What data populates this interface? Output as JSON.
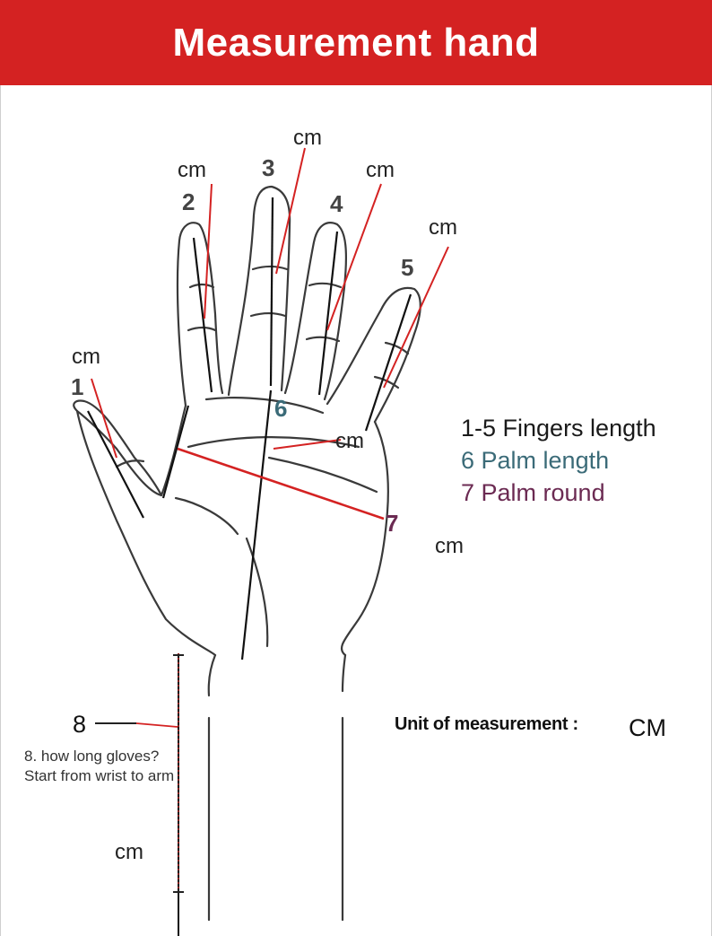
{
  "title": "Measurement hand",
  "finger_numbers": [
    "1",
    "2",
    "3",
    "4",
    "5"
  ],
  "palm_numbers": {
    "palm_length": "6",
    "palm_round": "7"
  },
  "unit_cm": "cm",
  "legend": {
    "fingers": "1-5 Fingers length",
    "palm_length": "6 Palm length",
    "palm_round": "7 Palm round"
  },
  "unit": {
    "label": "Unit of measurement :",
    "value": "CM"
  },
  "glove": {
    "number": "8",
    "note_line1": "8. how long gloves?",
    "note_line2": "Start from wrist to arm"
  },
  "colors": {
    "header_bg": "#d42222",
    "header_text": "#ffffff",
    "measure_red": "#d42222",
    "measure_black": "#111111",
    "palm_length_teal": "#3b6b78",
    "palm_round_purple": "#6b2a52"
  }
}
